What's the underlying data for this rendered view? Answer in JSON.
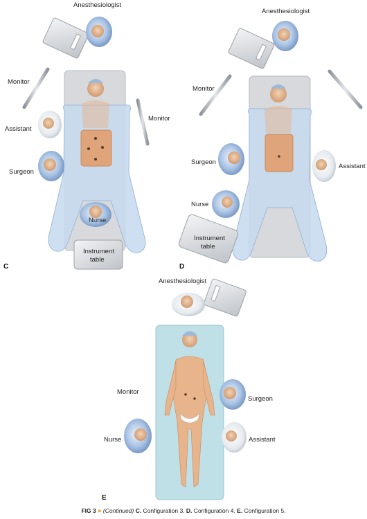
{
  "labels": {
    "anesthesiologist": "Anesthesiologist",
    "monitor": "Monitor",
    "assistant": "Assistant",
    "surgeon": "Surgeon",
    "nurse": "Nurse",
    "instrument_table_l1": "Instrument",
    "instrument_table_l2": "table"
  },
  "panels": {
    "c": "C",
    "d": "D",
    "e": "E"
  },
  "caption": {
    "fig": "FIG 3",
    "bullet": "●",
    "continued": "(Continued)",
    "c_letter": "C.",
    "c_text": " Configuration 3. ",
    "d_letter": "D.",
    "d_text": " Configuration 4. ",
    "e_letter": "E.",
    "e_text": " Configuration 5."
  },
  "colors": {
    "drape": "#c6d9ef",
    "drape_edge": "#9fb8d8",
    "staff": "#a9c3e4",
    "staff_dark": "#6f8fbd",
    "skin": "#e7b48c",
    "table": "#d9dbde",
    "monitor": "#b8bcc2",
    "bed_e": "#bfe0e6"
  }
}
